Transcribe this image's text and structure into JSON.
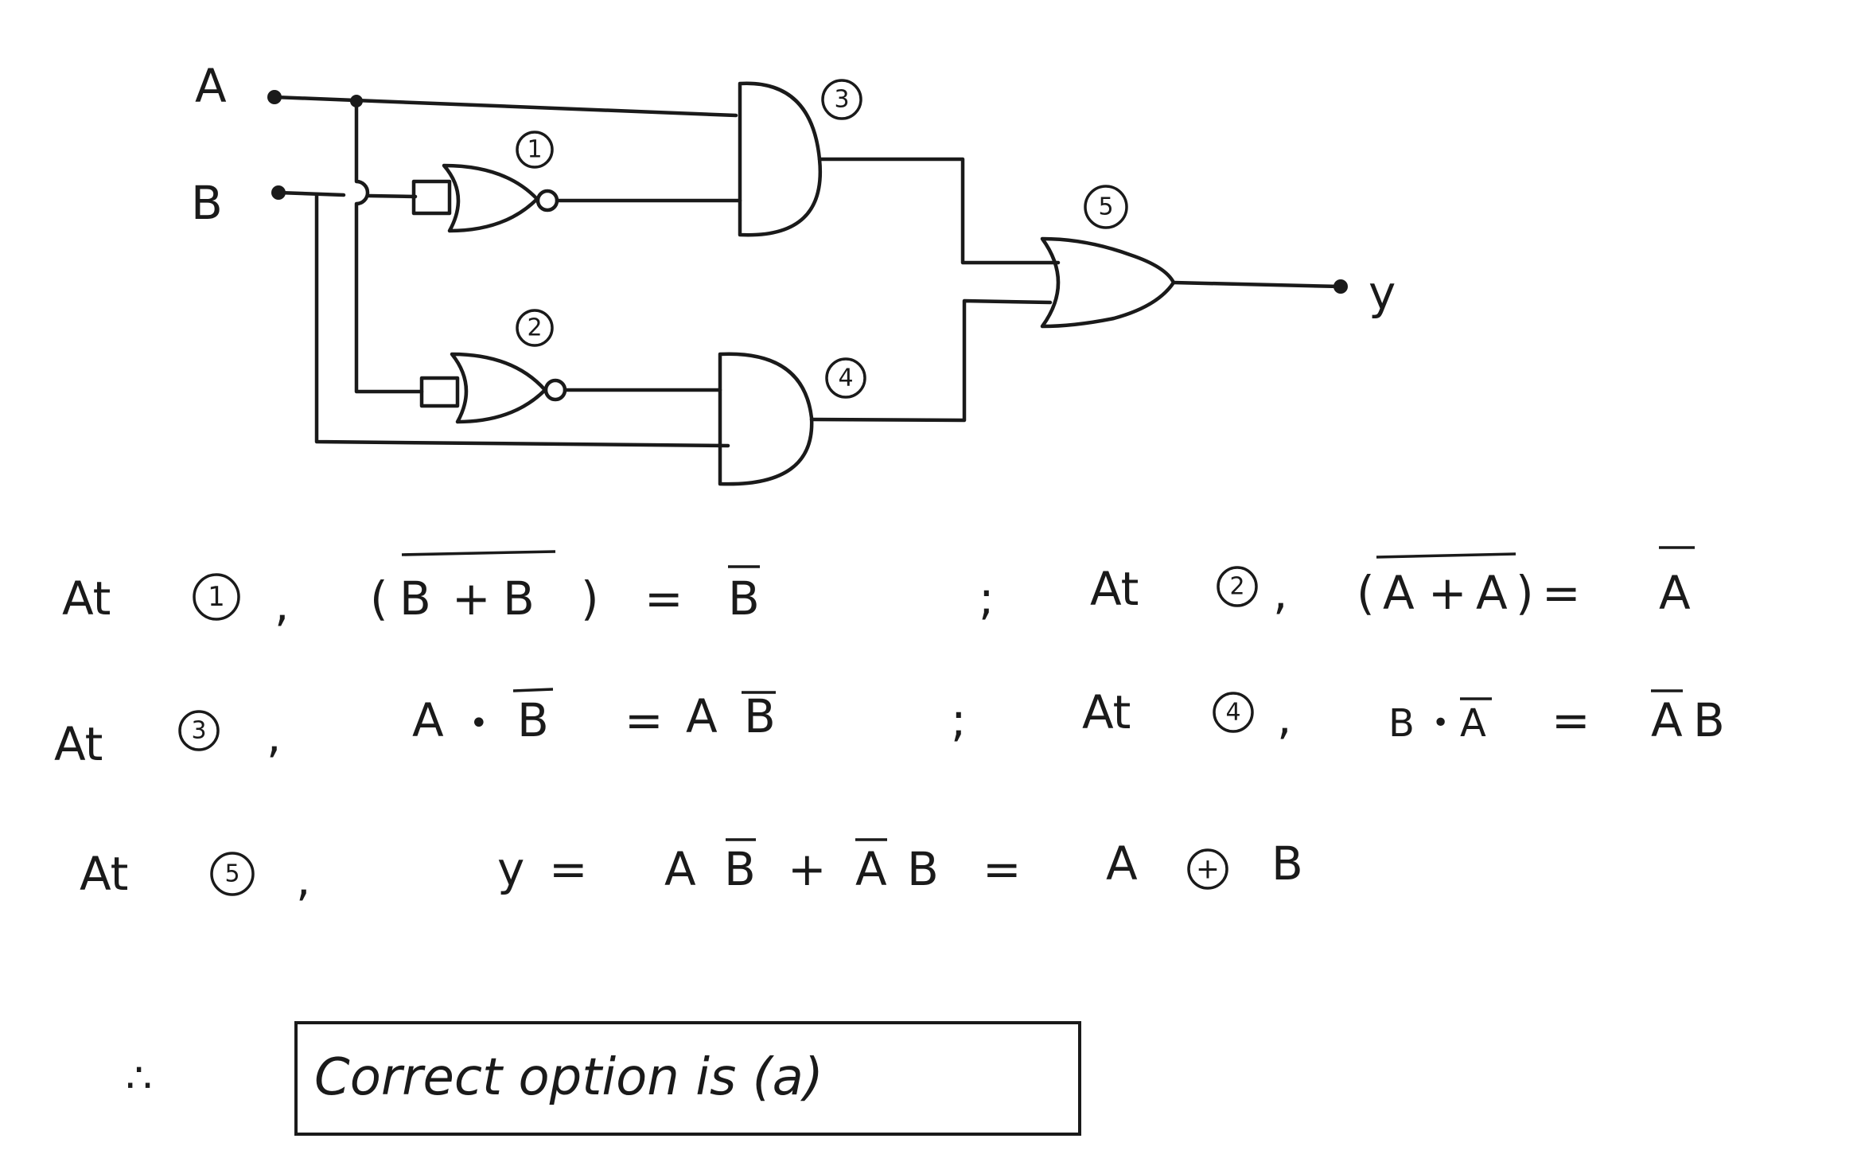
{
  "diagram": {
    "inputs": [
      "A",
      "B"
    ],
    "output": "y",
    "gate_numbers": [
      "1",
      "2",
      "3",
      "4",
      "5"
    ],
    "gates": [
      {
        "id": "1",
        "type": "NOR"
      },
      {
        "id": "2",
        "type": "NOR"
      },
      {
        "id": "3",
        "type": "AND"
      },
      {
        "id": "4",
        "type": "AND"
      },
      {
        "id": "5",
        "type": "OR"
      }
    ]
  },
  "solution": {
    "at": "At",
    "step1": {
      "num": "1",
      "lhs_open": "(",
      "lhs_b1": "B",
      "plus": "+",
      "lhs_b2": "B",
      "lhs_close": ")",
      "eq": "=",
      "rhs": "B"
    },
    "step2": {
      "num": "2",
      "lhs_open": "(",
      "lhs_a1": "A",
      "plus": "+",
      "lhs_a2": "A",
      "lhs_close": ")",
      "eq": "=",
      "rhs": "A"
    },
    "step3": {
      "num": "3",
      "a": "A",
      "dot": "•",
      "b": "B",
      "eq": "=",
      "rhs_a": "A",
      "rhs_b": "B"
    },
    "step4": {
      "num": "4",
      "b": "B",
      "dot": "•",
      "a": "A",
      "eq": "=",
      "rhs_a": "A",
      "rhs_b": "B"
    },
    "step5": {
      "num": "5",
      "y": "y",
      "eq1": "=",
      "t1a": "A",
      "t1b": "B",
      "plus": "+",
      "t2a": "A",
      "t2b": "B",
      "eq2": "=",
      "ra": "A",
      "xor": "+",
      "rb": "B"
    },
    "sep": ";",
    "comma": ",",
    "therefore": "∴",
    "conclusion": "Correct option is (a)"
  }
}
